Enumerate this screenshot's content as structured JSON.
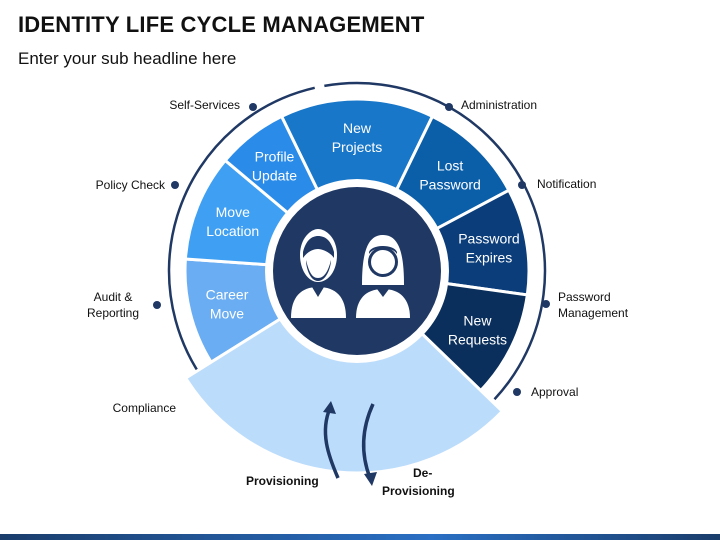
{
  "header": {
    "title": "IDENTITY LIFE CYCLE MANAGEMENT",
    "subtitle": "Enter your sub headline here"
  },
  "colors": {
    "accent_dark": "#0b2d5b",
    "ring": "#1f3864",
    "hub": "#1f3864",
    "arrow": "#1f3864"
  },
  "segments": [
    {
      "lines": [
        "New",
        "Projects"
      ],
      "color": "#1977c9"
    },
    {
      "lines": [
        "Lost",
        "Password"
      ],
      "color": "#0b5ea8"
    },
    {
      "lines": [
        "Password",
        "Expires"
      ],
      "color": "#0a3d7a"
    },
    {
      "lines": [
        "New",
        "Requests"
      ],
      "color": "#0a2f5c"
    },
    {
      "lines": [
        "Career",
        "Move"
      ],
      "color": "#6aadf2"
    },
    {
      "lines": [
        "Move",
        "Location"
      ],
      "color": "#3fa0f3"
    },
    {
      "lines": [
        "Profile",
        "Update"
      ],
      "color": "#2a8be8"
    }
  ],
  "bottom_segment": {
    "color": "#bcdcfb"
  },
  "outer_labels": [
    {
      "lines": [
        "Self-Services"
      ]
    },
    {
      "lines": [
        "Administration"
      ]
    },
    {
      "lines": [
        "Notification"
      ]
    },
    {
      "lines": [
        "Password",
        "Management"
      ]
    },
    {
      "lines": [
        "Approval"
      ]
    },
    {
      "lines": [
        "Compliance"
      ]
    },
    {
      "lines": [
        "Audit &",
        "Reporting"
      ]
    },
    {
      "lines": [
        "Policy Check"
      ]
    }
  ],
  "cycle_labels": {
    "provisioning": "Provisioning",
    "deprovisioning": [
      "De-",
      "Provisioning"
    ]
  },
  "hub": {
    "icon_left": "male-user-icon",
    "icon_right": "female-user-icon"
  }
}
